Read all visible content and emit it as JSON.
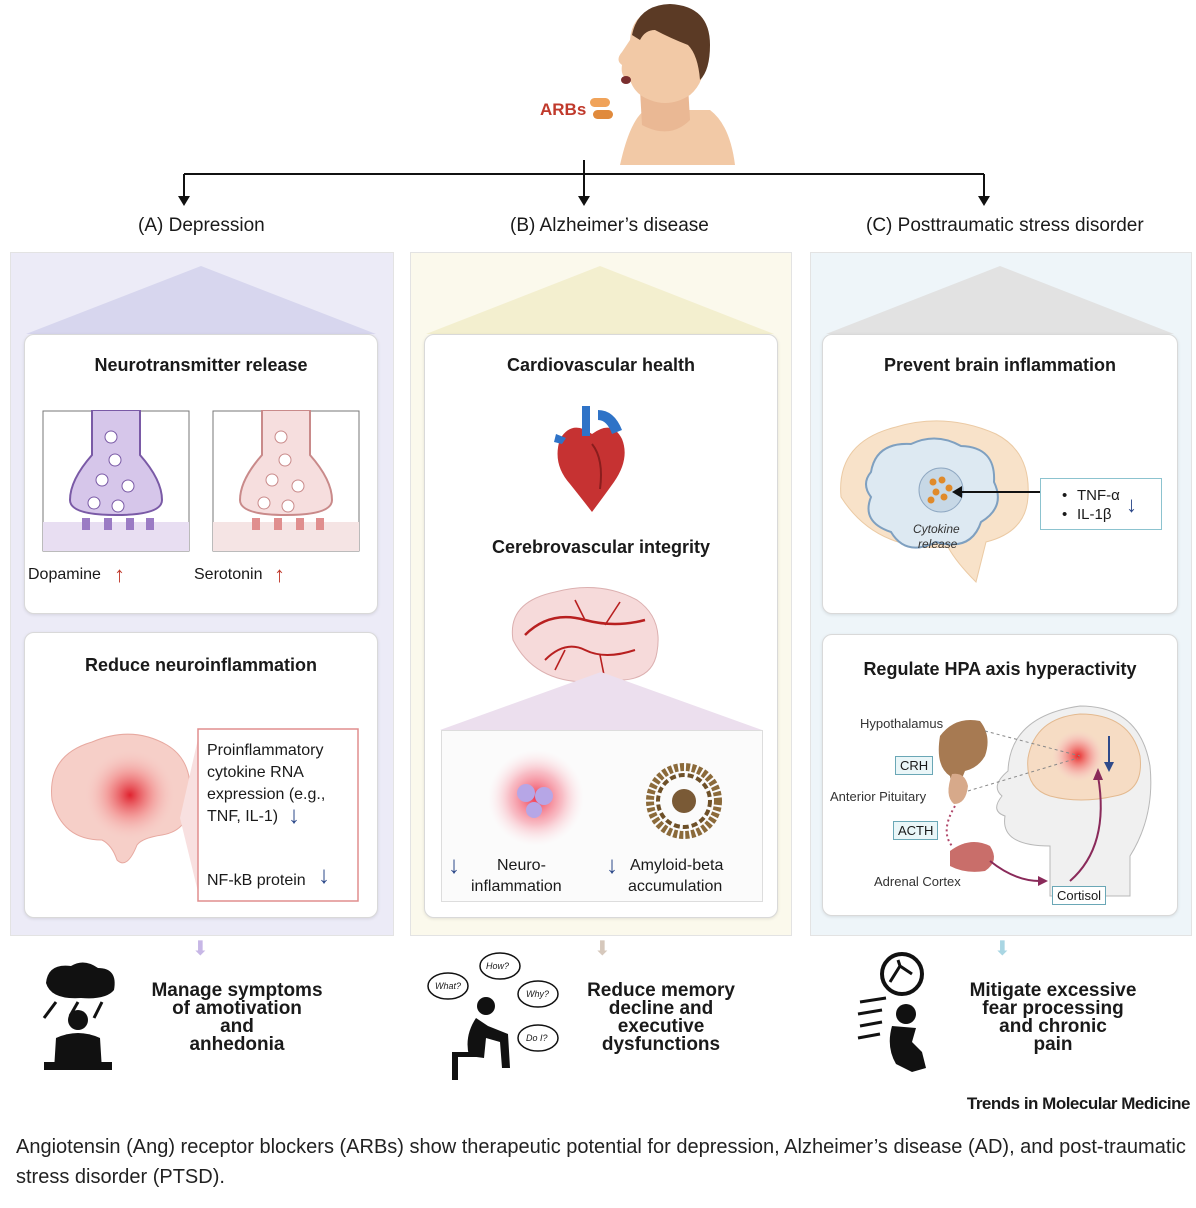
{
  "top": {
    "drug_label": "ARBs"
  },
  "columns": {
    "a": {
      "heading": "(A) Depression",
      "card1": {
        "title": "Neurotransmitter release",
        "label_left": "Dopamine",
        "label_right": "Serotonin"
      },
      "card2": {
        "title": "Reduce neuroinflammation",
        "box_line1": "Proinflammatory",
        "box_line2": "cytokine RNA",
        "box_line3": "expression (e.g.,",
        "box_line4": "TNF, IL-1)",
        "box_line5": "NF-kB protein"
      },
      "outcome": [
        "Manage symptoms",
        "of amotivation",
        "and",
        "anhedonia"
      ]
    },
    "b": {
      "heading": "(B) Alzheimer’s disease",
      "card1": {
        "title1": "Cardiovascular health",
        "title2": "Cerebrovascular integrity",
        "left_line1": "Neuro-",
        "left_line2": "inflammation",
        "right_line1": "Amyloid-beta",
        "right_line2": "accumulation"
      },
      "outcome": [
        "Reduce memory",
        "decline and",
        "executive",
        "dysfunctions"
      ],
      "thoughts": [
        "How?",
        "What?",
        "Why?",
        "Do I?"
      ]
    },
    "c": {
      "heading": "(C) Posttraumatic stress disorder",
      "card1": {
        "title": "Prevent brain inflammation",
        "item1": "TNF-α",
        "item2": "IL-1β",
        "cytokine_line1": "Cytokine",
        "cytokine_line2": "release"
      },
      "card2": {
        "title": "Regulate HPA axis hyperactivity",
        "hypothalamus": "Hypothalamus",
        "crh": "CRH",
        "anterior_pituitary": "Anterior Pituitary",
        "acth": "ACTH",
        "adrenal_cortex": "Adrenal Cortex",
        "cortisol": "Cortisol"
      },
      "outcome": [
        "Mitigate excessive",
        "fear processing",
        "and chronic",
        "pain"
      ]
    }
  },
  "brand": "Trends in Molecular Medicine",
  "caption": "Angiotensin (Ang) receptor blockers (ARBs) show therapeutic potential for depression, Alzheimer’s disease (AD), and post-traumatic stress disorder (PTSD).",
  "colors": {
    "accent_red": "#c0392b",
    "down_arrow": "#2e4a8a",
    "col_a": "#ecebf7",
    "col_b": "#fbf9ec",
    "col_c": "#eef5f9"
  }
}
